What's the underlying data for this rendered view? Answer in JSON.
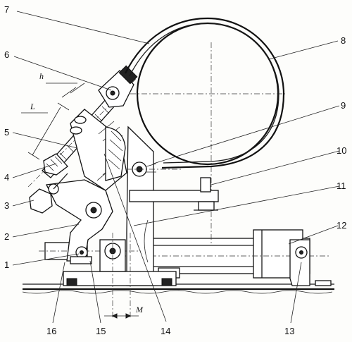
{
  "labels": {
    "p1": "1",
    "p2": "2",
    "p3": "3",
    "p4": "4",
    "p5": "5",
    "p6": "6",
    "p7": "7",
    "p8": "8",
    "p9": "9",
    "p10": "10",
    "p11": "11",
    "p12": "12",
    "p13": "13",
    "p14": "14",
    "p15": "15",
    "p16": "16"
  },
  "dimensions": {
    "h": "h",
    "L": "L",
    "M": "M"
  }
}
